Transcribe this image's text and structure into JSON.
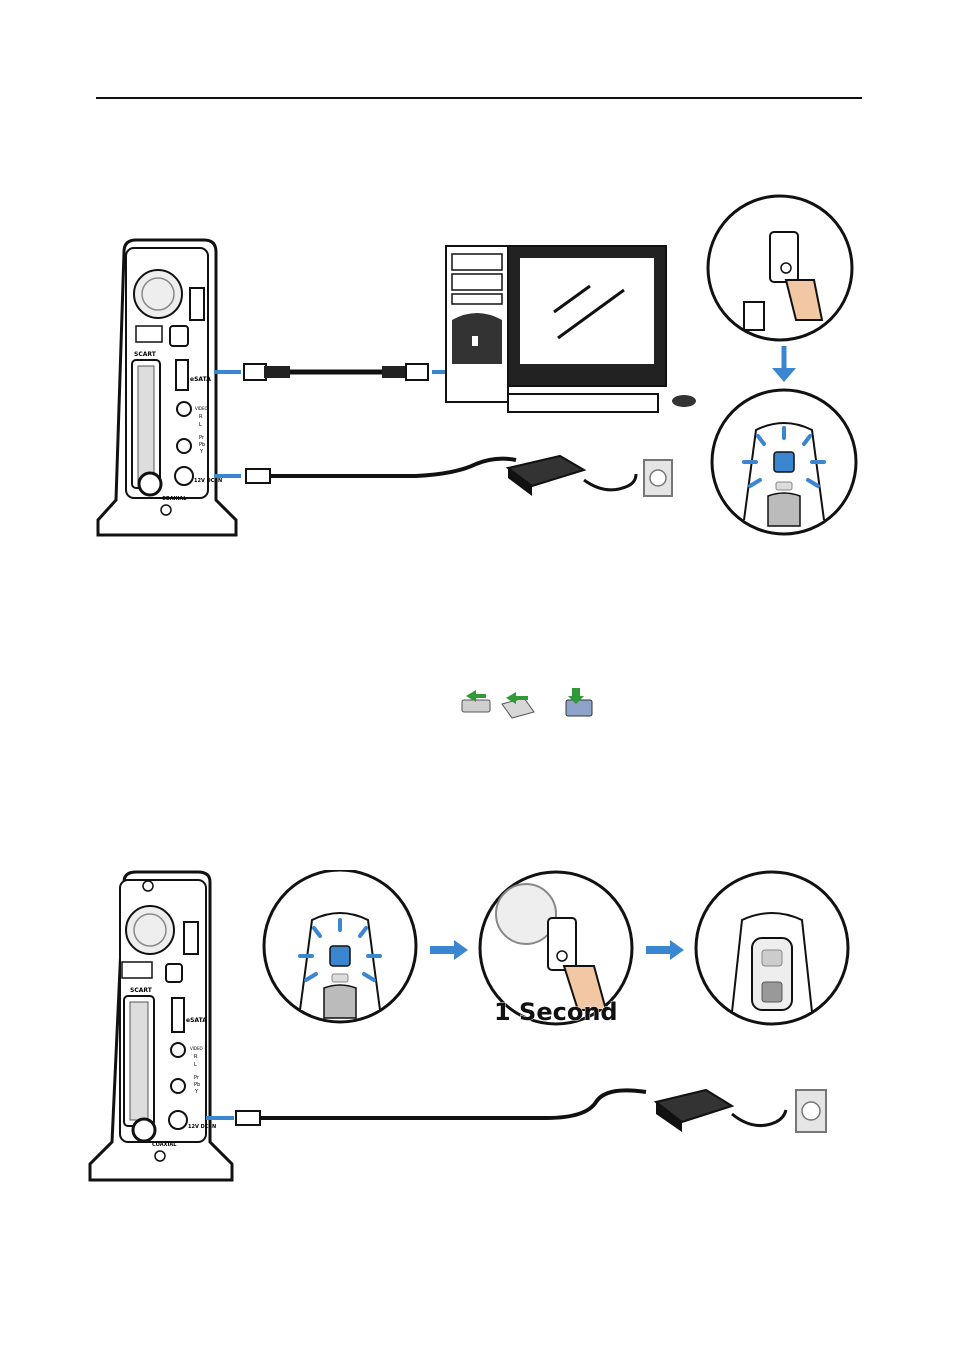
{
  "figure1": {
    "device_labels": {
      "scart": "SCART",
      "esata": "eSATA",
      "video": "VIDEO",
      "r": "R",
      "l": "L",
      "pr": "Pr",
      "pb": "Pb",
      "y": "Y",
      "dc": "12V DC IN",
      "coaxial": "COAXIAL"
    }
  },
  "icons_row": {
    "icons": [
      "safely-remove-icon",
      "eject-card-icon",
      "unplug-drive-icon"
    ]
  },
  "figure2": {
    "hold_caption": "1 Second",
    "device_labels": {
      "scart": "SCART",
      "esata": "eSATA",
      "video": "VIDEO",
      "r": "R",
      "l": "L",
      "pr": "Pr",
      "pb": "Pb",
      "y": "Y",
      "dc": "12V DC IN",
      "coaxial": "COAXIAL"
    }
  },
  "colors": {
    "accent_blue": "#3a86d0",
    "ink": "#111111",
    "light_gray": "#d9d9d9"
  }
}
